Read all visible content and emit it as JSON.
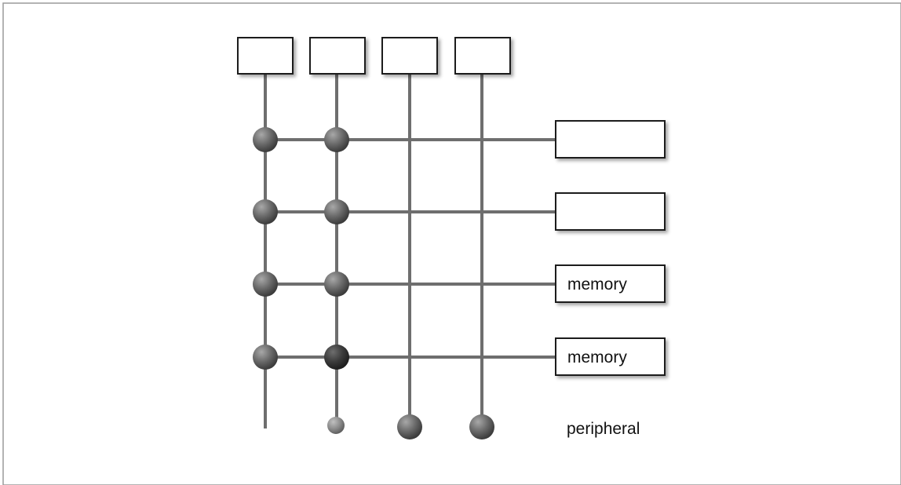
{
  "diagram": {
    "cpu_count": 4,
    "memory_modules": [
      {
        "label": ""
      },
      {
        "label": ""
      },
      {
        "label": "memory"
      },
      {
        "label": "memory"
      }
    ],
    "peripheral_label": "peripheral",
    "colors": {
      "line": "#6e6e6e",
      "node_dark": "#555555",
      "node_darkest": "#3a3a3a",
      "box_border": "#1a1a1a",
      "frame": "#9a9a9a"
    }
  }
}
